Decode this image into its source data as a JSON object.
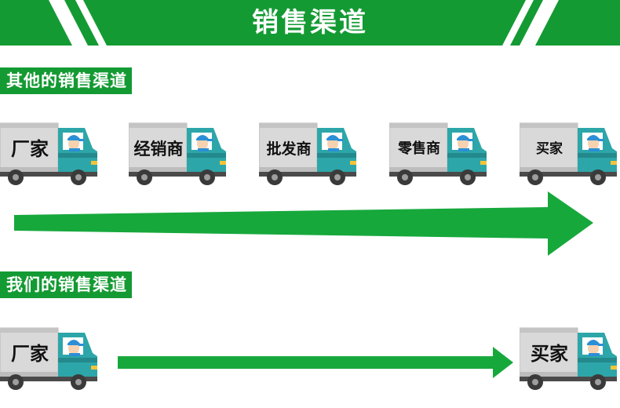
{
  "banner": {
    "title": "销售渠道"
  },
  "other_channel": {
    "label": "其他的销售渠道",
    "trucks": [
      "厂家",
      "经销商",
      "批发商",
      "零售商",
      "买家"
    ]
  },
  "our_channel": {
    "label": "我们的销售渠道",
    "trucks": [
      "厂家",
      "买家"
    ]
  },
  "colors": {
    "green": "#149a33",
    "arrow": "#17a83c",
    "cab": "#2da6a9",
    "cargo": "#d9d9d9",
    "cap": "#2c8fd6"
  }
}
